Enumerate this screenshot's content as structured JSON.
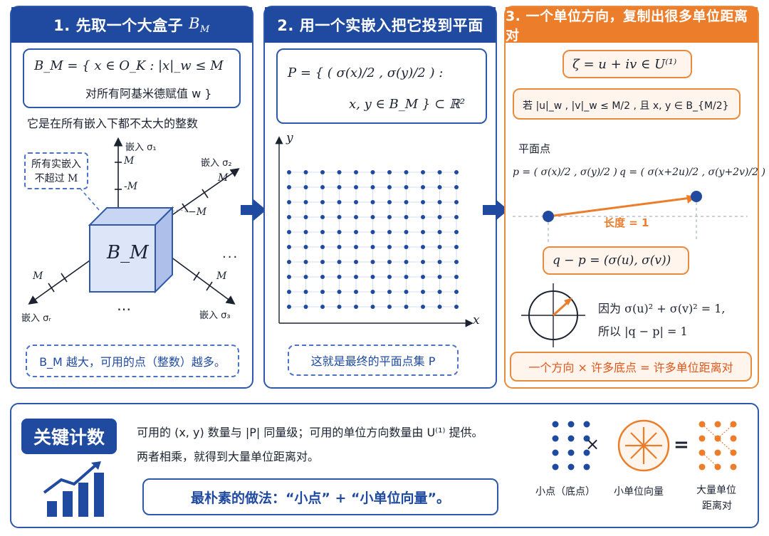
{
  "colors": {
    "primary": "#1f4aa0",
    "accent": "#ec7d2a",
    "dot": "#1f4aa0"
  },
  "panel1": {
    "title": "1. 先取一个大盒子 B_M",
    "title_text": "1. 先取一个大盒子",
    "title_math": "B",
    "title_sub": "M",
    "def_line1": "B_M = { x ∈ O_K : |x|_w ≤ M",
    "def_line2": "对所有阿基米德赋值 w }",
    "caption": "它是在所有嵌入下都不太大的整数",
    "callout": "所有实嵌入 不超过 M",
    "callout_line1": "所有实嵌入",
    "callout_line2": "不超过 M",
    "cube_label": "B_M",
    "axis_sigma1": "嵌入 σ₁",
    "axis_sigma2": "嵌入 σ₂",
    "axis_sigma3": "嵌入 σ₃",
    "axis_sigmar": "嵌入 σᵣ",
    "m_label": "M",
    "neg_m_label": "-M",
    "neg_m_label2": "−M",
    "ellipsis": "...",
    "ellipsis2": "⋯",
    "footer": "B_M 越大，可用的点（整数）越多。"
  },
  "panel2": {
    "title": "2. 用一个实嵌入把它投到平面",
    "formula_line1": "P = { ( σ(x)/2 , σ(y)/2 ) :",
    "formula_line2": "x, y ∈ B_M } ⊂ ℝ²",
    "axis_x": "x",
    "axis_y": "y",
    "footer": "这就是最终的平面点集 P"
  },
  "panel3": {
    "title": "3. 一个单位方向，复制出很多单位距离对",
    "zeta": "ζ = u + iv ∈ U⁽¹⁾",
    "condition": "若 |u|_w , |v|_w ≤ M/2 , 且 x, y ∈ B_{M/2}",
    "plane_points_label": "平面点",
    "p_def": "p = ( σ(x)/2 , σ(y)/2 )",
    "q_def": "q = ( σ(x+2u)/2 , σ(y+2v)/2 )",
    "length_label": "长度 = 1",
    "diff": "q − p = (σ(u), σ(v))",
    "because": "因为 σ(u)² + σ(v)² = 1,",
    "therefore": "所以 |q − p| = 1",
    "footer": "一个方向 × 许多底点 = 许多单位距离对"
  },
  "bottom": {
    "badge": "关键计数",
    "line1": "可用的 (x, y) 数量与 |P| 同量级；可用的单位方向数量由 U⁽¹⁾ 提供。",
    "line2": "两者相乘，就得到大量单位距离对。",
    "summary": "最朴素的做法：“小点” + “小单位向量”。",
    "times": "×",
    "equals": "=",
    "label_points": "小点（底点）",
    "label_vectors": "小单位向量",
    "label_pairs_1": "大量单位",
    "label_pairs_2": "距离对"
  },
  "icons": {
    "arrow1": "right-arrow-icon",
    "arrow2": "right-arrow-icon",
    "chart": "bar-chart-growth-icon",
    "circle_vector": "unit-circle-icon",
    "star_vectors": "unit-vector-star-icon"
  }
}
